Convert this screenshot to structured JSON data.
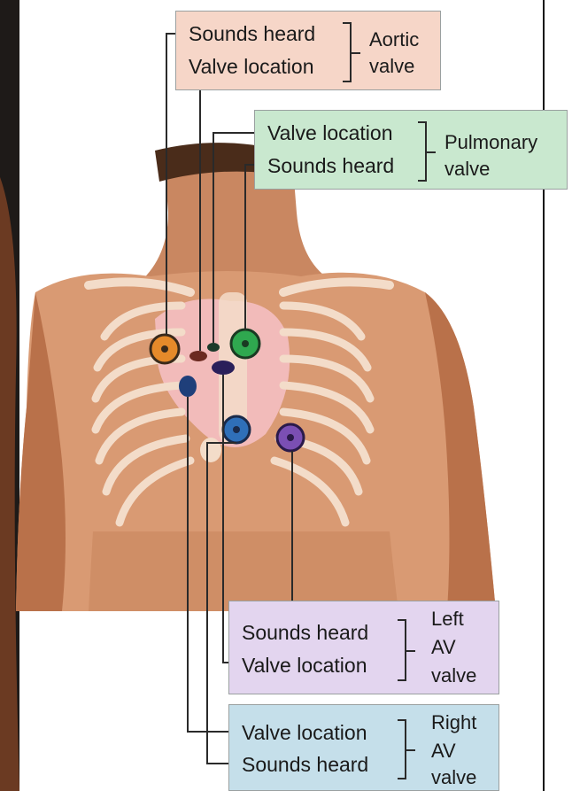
{
  "labels": {
    "aortic": {
      "line1": "Sounds heard",
      "line2": "Valve location",
      "valve_line1": "Aortic",
      "valve_line2": "valve",
      "color": "#f6d6c8",
      "marker_color": "#e58a2a"
    },
    "pulmonary": {
      "line1": "Valve location",
      "line2": "Sounds heard",
      "valve_line1": "Pulmonary",
      "valve_line2": "valve",
      "color": "#c9e8cf",
      "marker_color": "#2fa84f"
    },
    "left_av": {
      "line1": "Sounds heard",
      "line2": "Valve location",
      "valve_line1": "Left",
      "valve_line2": "AV",
      "valve_line3": "valve",
      "color": "#e3d5ef",
      "marker_color": "#7b4fb3"
    },
    "right_av": {
      "line1": "Valve location",
      "line2": "Sounds heard",
      "valve_line1": "Right",
      "valve_line2": "AV",
      "valve_line3": "valve",
      "color": "#c5dfea",
      "marker_color": "#2f6fb8"
    }
  },
  "colors": {
    "skin": "#d99a73",
    "skin_shadow": "#b9714a",
    "rib": "#f3dcc9",
    "heart": "#f4bfc2",
    "border": "#9aa0a0"
  }
}
